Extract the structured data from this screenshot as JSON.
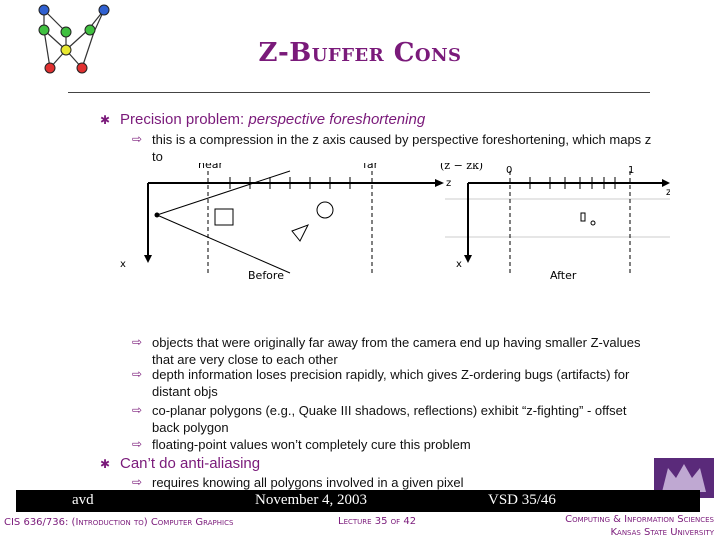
{
  "title": "Z-Buffer Cons",
  "bullets": [
    {
      "label": "Precision problem: ",
      "label_em": "perspective foreshortening",
      "subs": [
        "this is a compression in the z axis caused by perspective foreshortening, which maps z to"
      ]
    }
  ],
  "figure": {
    "formula": "(z − zk)",
    "before": {
      "near": "near",
      "far": "far",
      "z_axis": "z",
      "x_axis": "x",
      "caption": "Before"
    },
    "after": {
      "zero": "0",
      "one": "1",
      "z_axis": "z",
      "x_axis": "x",
      "caption": "After"
    }
  },
  "more_subs": [
    "objects that were originally far away from the camera end up having smaller Z-values that are very close to each other",
    "depth information loses precision rapidly, which gives Z-ordering bugs (artifacts) for distant objs",
    "co-planar polygons (e.g., Quake III shadows, reflections) exhibit “z-fighting” - offset back polygon",
    "floating-point values won’t completely cure this problem"
  ],
  "bullet2": {
    "label": "Can’t do anti-aliasing",
    "sub": "requires knowing all polygons involved in a given pixel"
  },
  "footer": {
    "author": "avd",
    "date": "November 4, 2003",
    "code": "VSD 35/46"
  },
  "bottom": {
    "course": "CIS 636/736: (Introduction to) Computer Graphics",
    "lecture": "Lecture 35 of 42",
    "dept": "Computing & Information Sciences",
    "univ": "Kansas State University"
  },
  "colors": {
    "accent": "#7a1a7a",
    "footer_bg": "#000000"
  }
}
